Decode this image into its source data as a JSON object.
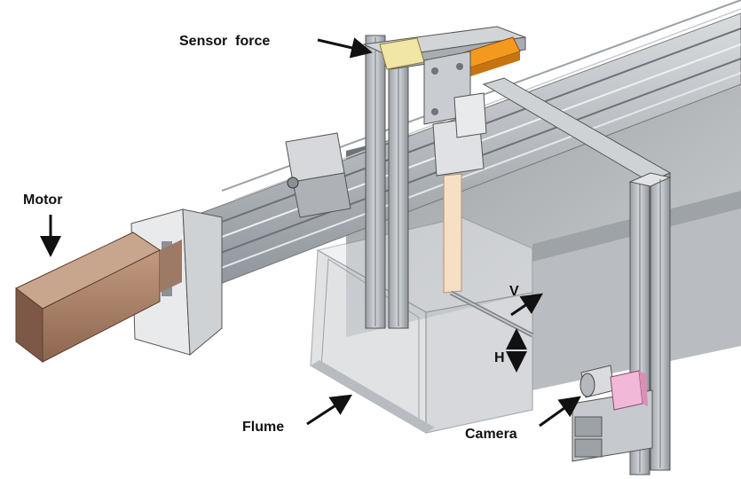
{
  "labels": {
    "sensor_force": "Sensor  force",
    "motor": "Motor",
    "flume": "Flume",
    "camera": "Camera",
    "v": "V",
    "h": "H"
  },
  "colors": {
    "aluminum": "#bfc3c8",
    "aluminum_dark": "#8b9096",
    "motor_body": "#a67c63",
    "sensor_orange": "#f39a1e",
    "sensor_yellow": "#f2e6a6",
    "camera_pink": "#f2b8d8",
    "water_tint": "#d9dde2",
    "probe": "#f6dfc4"
  }
}
